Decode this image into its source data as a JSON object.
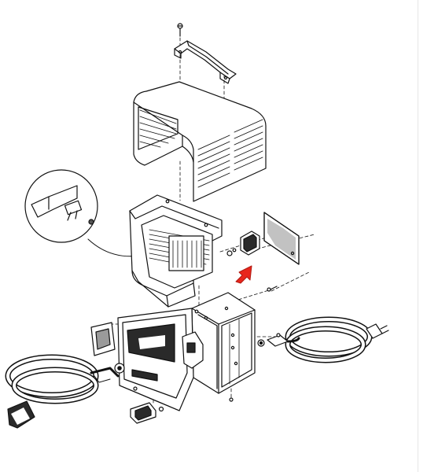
{
  "diagram": {
    "kind": "exploded-view",
    "subject": "charger-assembly",
    "colors": {
      "line": "#111111",
      "fill": "#ffffff",
      "shade": "#9a9a9a",
      "dark": "#2a2a2a",
      "highlight_arrow": "#e8261c",
      "edge": "#e6e6e6"
    },
    "parts": [
      {
        "id": "top-screw",
        "icon": "screw-icon"
      },
      {
        "id": "carry-handle",
        "icon": "handle-icon"
      },
      {
        "id": "top-cover",
        "icon": "vented-cover-icon"
      },
      {
        "id": "detail-callout",
        "icon": "magnifier-callout-icon"
      },
      {
        "id": "transformer",
        "icon": "transformer-icon"
      },
      {
        "id": "receptacle",
        "icon": "receptacle-icon"
      },
      {
        "id": "side-plate",
        "icon": "plate-icon"
      },
      {
        "id": "highlight-arrow",
        "icon": "red-arrow-icon"
      },
      {
        "id": "base-chassis",
        "icon": "chassis-icon"
      },
      {
        "id": "front-panel",
        "icon": "panel-icon"
      },
      {
        "id": "ac-cord",
        "icon": "ac-cord-icon"
      },
      {
        "id": "dc-cord",
        "icon": "dc-cord-icon"
      },
      {
        "id": "circuit-breaker",
        "icon": "breaker-icon"
      },
      {
        "id": "ammeter",
        "icon": "meter-icon"
      },
      {
        "id": "fuse-holder",
        "icon": "fuse-icon"
      }
    ]
  }
}
